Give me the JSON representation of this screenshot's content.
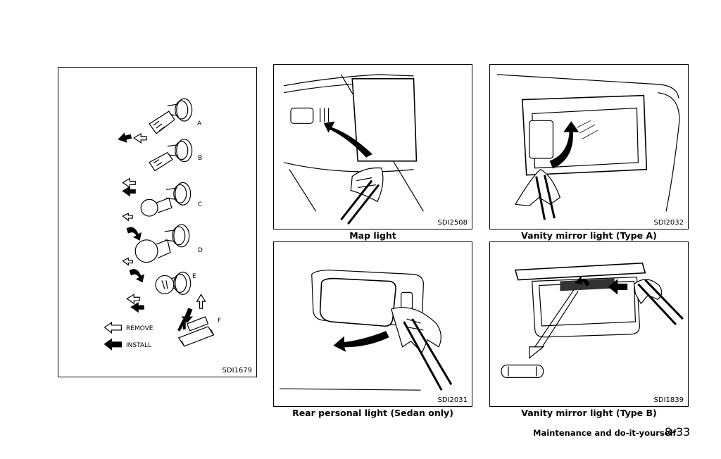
{
  "figures": {
    "bulbs": {
      "code": "SDI1679",
      "labels": [
        "A",
        "B",
        "C",
        "D",
        "E",
        "F"
      ],
      "legend": {
        "remove": "REMOVE",
        "install": "INSTALL"
      }
    },
    "map_light": {
      "code": "SDI2508",
      "caption": "Map light"
    },
    "vanity_a": {
      "code": "SDI2032",
      "caption": "Vanity mirror light (Type A)"
    },
    "rear_personal": {
      "code": "SDI2031",
      "caption": "Rear personal light (Sedan only)"
    },
    "vanity_b": {
      "code": "SDI1839",
      "caption": "Vanity mirror light (Type B)"
    }
  },
  "footer": {
    "section": "Maintenance and do-it-yourself",
    "page": "8-33"
  }
}
